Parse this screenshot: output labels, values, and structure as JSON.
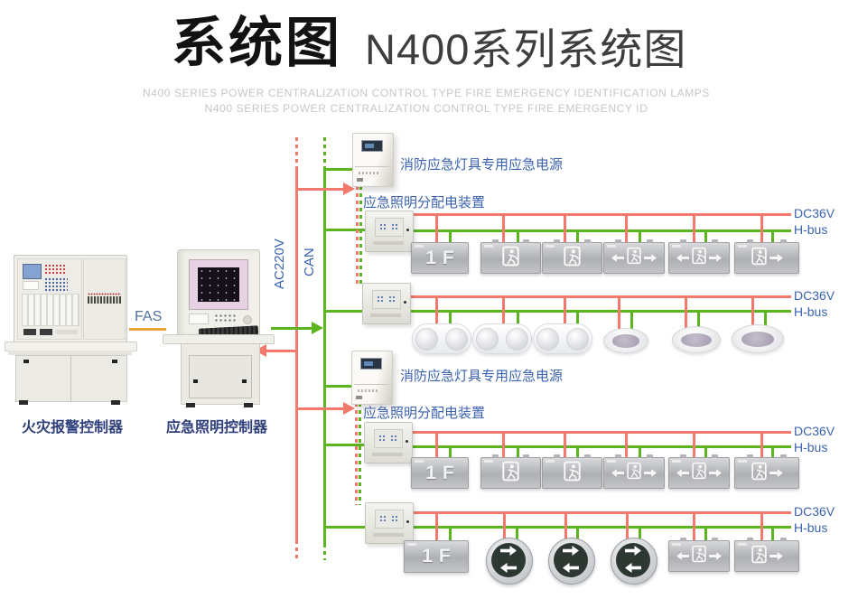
{
  "header": {
    "title_cn": "系统图",
    "title_series": "N400系列系统图",
    "subtitle_line1": "N400 SERIES POWER CENTRALIZATION CONTROL TYPE FIRE EMERGENCY IDENTIFICATION LAMPS",
    "subtitle_line2": "N400 SERIES POWER CENTRALIZATION CONTROL TYPE FIRE EMERGENCY ID"
  },
  "consoles": {
    "fire_alarm": "火灾报警控制器",
    "emergency_lighting": "应急照明控制器"
  },
  "links": {
    "fas": "FAS",
    "ac": "AC220V",
    "can": "CAN",
    "dc": "DC36V",
    "hbus": "H-bus"
  },
  "equipment": {
    "power_supply": "消防应急灯具专用应急电源",
    "distribution": "应急照明分配电装置",
    "floor_sign": "1F"
  },
  "colors": {
    "power_line_red": "#f2796b",
    "comm_line_green": "#5cb51f",
    "label_blue": "#3b62ae",
    "fas_line_orange": "#e9a23b",
    "title_black": "#121212",
    "subtitle_gray": "#c7c7c7"
  },
  "rows": [
    {
      "power": "DC36V",
      "comm": "H-bus",
      "units": [
        "floor-sign-1f",
        "exit-sign-man",
        "exit-sign-man",
        "exit-sign-double-arrow",
        "exit-sign-double-arrow",
        "exit-sign-right-arrow"
      ]
    },
    {
      "power": "DC36V",
      "comm": "H-bus",
      "units": [
        "twin-spot-lamp",
        "twin-spot-lamp",
        "twin-spot-lamp",
        "downlight",
        "downlight",
        "downlight"
      ]
    },
    {
      "power": "DC36V",
      "comm": "H-bus",
      "units": [
        "floor-sign-1f",
        "exit-sign-man",
        "exit-sign-man",
        "exit-sign-double-arrow",
        "exit-sign-double-arrow",
        "exit-sign-right-arrow"
      ]
    },
    {
      "power": "DC36V",
      "comm": "H-bus",
      "units": [
        "floor-sign-1f",
        "round-direction-light",
        "round-direction-light",
        "round-direction-light",
        "exit-sign-double-arrow",
        "exit-sign-right-arrow"
      ]
    }
  ]
}
